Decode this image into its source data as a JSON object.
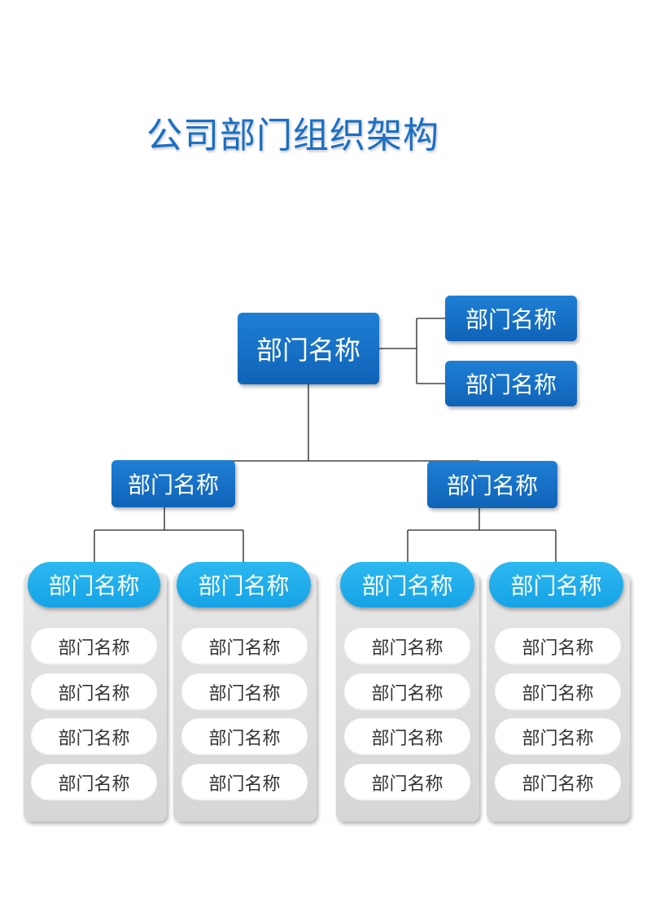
{
  "title": "公司部门组织架构",
  "root": "部门名称",
  "side": [
    "部门名称",
    "部门名称"
  ],
  "level2": [
    "部门名称",
    "部门名称"
  ],
  "groups": [
    {
      "head": "部门名称",
      "items": [
        "部门名称",
        "部门名称",
        "部门名称",
        "部门名称"
      ]
    },
    {
      "head": "部门名称",
      "items": [
        "部门名称",
        "部门名称",
        "部门名称",
        "部门名称"
      ]
    },
    {
      "head": "部门名称",
      "items": [
        "部门名称",
        "部门名称",
        "部门名称",
        "部门名称"
      ]
    },
    {
      "head": "部门名称",
      "items": [
        "部门名称",
        "部门名称",
        "部门名称",
        "部门名称"
      ]
    }
  ],
  "colors": {
    "dark_blue": "#0f63b8",
    "light_blue": "#16a3e6",
    "panel": "#dcdcdc",
    "title": "#1a6fc4"
  }
}
